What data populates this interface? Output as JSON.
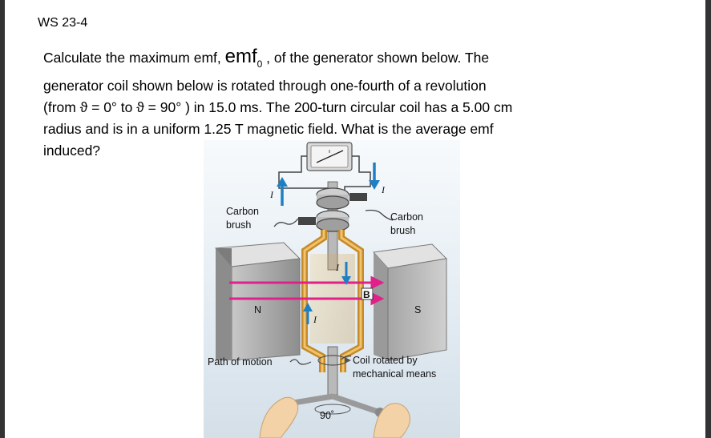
{
  "worksheet": {
    "title": "WS 23-4"
  },
  "problem": {
    "line1_a": "Calculate the maximum emf, ",
    "emf_symbol": "emf",
    "emf_subscript": "0",
    "line1_b": " , of the generator shown below. The",
    "line2": "generator coil shown below is rotated through one-fourth of a revolution",
    "line3": "(from ϑ = 0° to ϑ = 90° ) in 15.0 ms. The 200-turn circular coil has a 5.00 cm",
    "line4": "radius and is in a uniform 1.25 T magnetic field. What is the average emf",
    "line5": "induced?"
  },
  "figure": {
    "carbon_brush_left_1": "Carbon",
    "carbon_brush_left_2": "brush",
    "carbon_brush_right_1": "Carbon",
    "carbon_brush_right_2": "brush",
    "current_symbol": "I",
    "north_pole": "N",
    "south_pole": "S",
    "field_label": "B",
    "path_of_motion": "Path of motion",
    "coil_rotated_1": "Coil rotated by",
    "coil_rotated_2": "mechanical means",
    "angle_label": "90˚"
  },
  "colors": {
    "field_lines": "#e0218a",
    "current_arrow": "#1f7fc4",
    "coil_copper": "#d9a441",
    "magnet_gray": "#9a9a9a",
    "figure_background": "#e6eef4"
  }
}
